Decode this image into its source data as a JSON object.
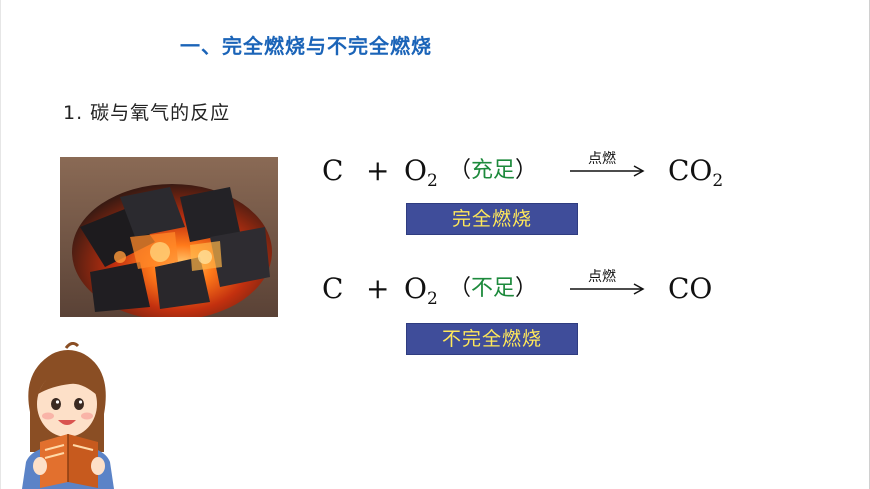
{
  "title": "一、完全燃烧与不完全燃烧",
  "subtitle": "1. 碳与氧气的反应",
  "equations": [
    {
      "reactant1": "C",
      "plus": "+",
      "reactant2_base": "O",
      "reactant2_sub": "2",
      "paren_open": "（",
      "paren_close": "）",
      "oxygen_condition": "充足",
      "reaction_condition": "点燃",
      "product_base": "CO",
      "product_sub": "2",
      "combustion_type": "完全燃烧"
    },
    {
      "reactant1": "C",
      "plus": "+",
      "reactant2_base": "O",
      "reactant2_sub": "2",
      "paren_open": "（",
      "paren_close": "）",
      "oxygen_condition": "不足",
      "reaction_condition": "点燃",
      "product_base": "CO",
      "product_sub": "",
      "combustion_type": "不完全燃烧"
    }
  ],
  "images": {
    "photo": "burning-charcoal-photo",
    "illustration": "girl-reading-book-illustration"
  },
  "colors": {
    "title": "#1b64b8",
    "condition_green": "#1d8a3c",
    "label_box_bg": "#3f4d9a",
    "label_box_text": "#ffe85a"
  }
}
